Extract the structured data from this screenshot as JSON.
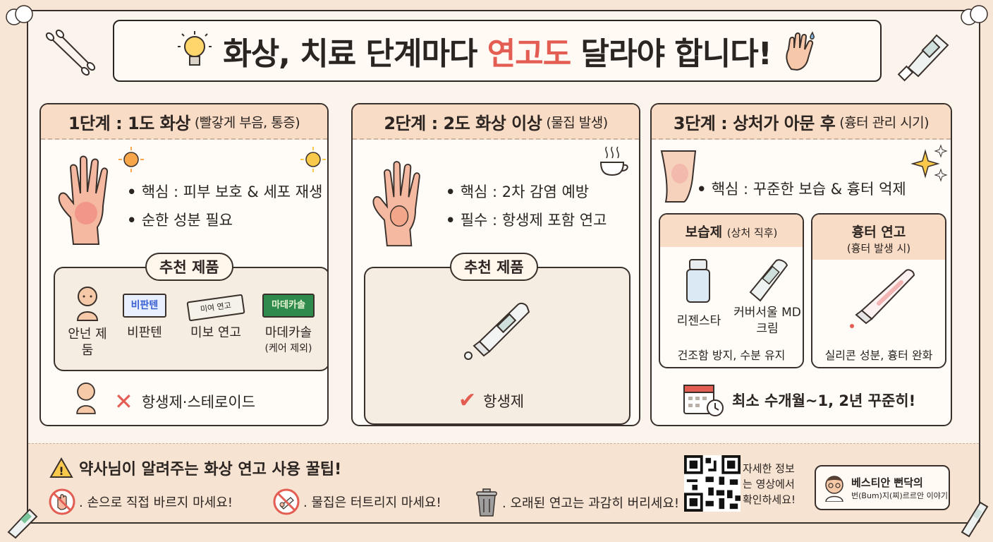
{
  "title": {
    "before": "화상, 치료 단계마다 ",
    "highlight": "연고도",
    "after": " 달라야 합니다!"
  },
  "colors": {
    "accent": "#e35d52",
    "header_bg": "#f8dcc6",
    "check": "#e35d52"
  },
  "stage1": {
    "heading": "1단계 : 1도 화상",
    "sub": "(빨갛게 부음, 통증)",
    "bullets": [
      "핵심 : 피부 보호 & 세포 재생",
      "순한 성분 필요"
    ],
    "rec_title": "추천 제품",
    "products": [
      {
        "name": "안넌 제둠",
        "icon": "baby-icon"
      },
      {
        "name": "비판텐",
        "box_text": "비판텐",
        "icon": "box-icon"
      },
      {
        "name": "미보 연고",
        "box_text": "미여 연고",
        "icon": "tube-icon"
      },
      {
        "name": "마데카솔",
        "note": "(케어 제외)",
        "box_text": "마데카솔",
        "icon": "box-icon"
      }
    ],
    "warning": "항생제·스테로이드"
  },
  "stage2": {
    "heading": "2단계 : 2도 화상 이상",
    "sub": "(물집 발생)",
    "bullets": [
      "핵심 : 2차 감염 예방",
      "필수 : 항생제 포함 연고"
    ],
    "rec_title": "추천 제품",
    "check": "항생제"
  },
  "stage3": {
    "heading": "3단계 : 상처가 아문 후",
    "sub": "(흉터 관리 시기)",
    "bullets": [
      "핵심 : 꾸준한 보습 & 흉터 억제"
    ],
    "moist": {
      "title": "보습제",
      "sub": "(상처 직후)",
      "items": [
        "리젠스타",
        "커버서울 MD 크림"
      ],
      "desc": "건조함 방지, 수분 유지"
    },
    "scar": {
      "title": "흉터 연고",
      "sub": "(흉터 발생 시)",
      "desc": "실리콘 성분, 흉터 완화"
    },
    "duration": "최소 수개월~1, 2년 꾸준히!"
  },
  "tips": {
    "title": "약사님이 알려주는 화상 연고 사용 꿀팁!",
    "items": [
      ". 손으로 직접 바르지 마세요!",
      ". 물집은 터트리지 마세요!",
      ". 오래된 연고는 과감히 버리세요!"
    ],
    "qr_text": "자세한 정보는 영상에서 확인하세요!",
    "badge_title": "베스티안 뻔닥의",
    "badge_sub": "번(Bum)지(찌)르르안 이야기"
  }
}
